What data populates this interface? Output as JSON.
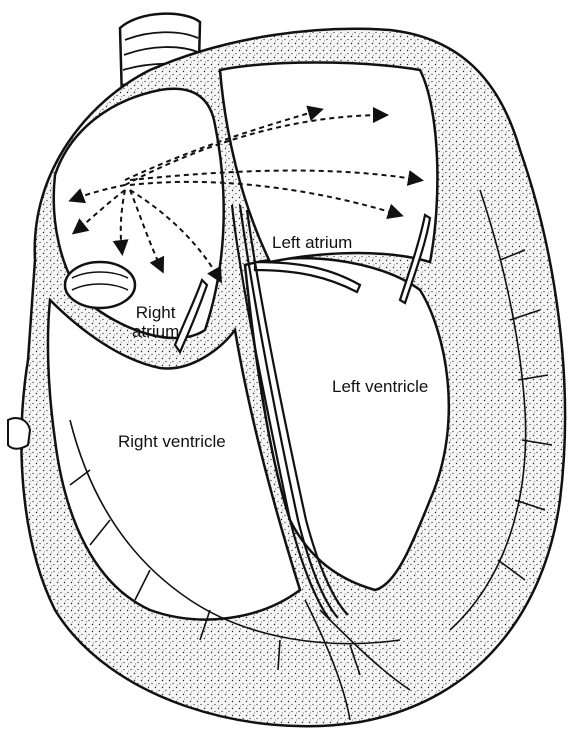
{
  "labels": {
    "left_atrium": "Left atrium",
    "right_atrium": "Right\natrium",
    "left_ventricle": "Left ventricle",
    "right_ventricle": "Right ventricle"
  },
  "colors": {
    "ink": "#111111",
    "tissue_fill": "#f4f4f4",
    "background": "#ffffff"
  }
}
